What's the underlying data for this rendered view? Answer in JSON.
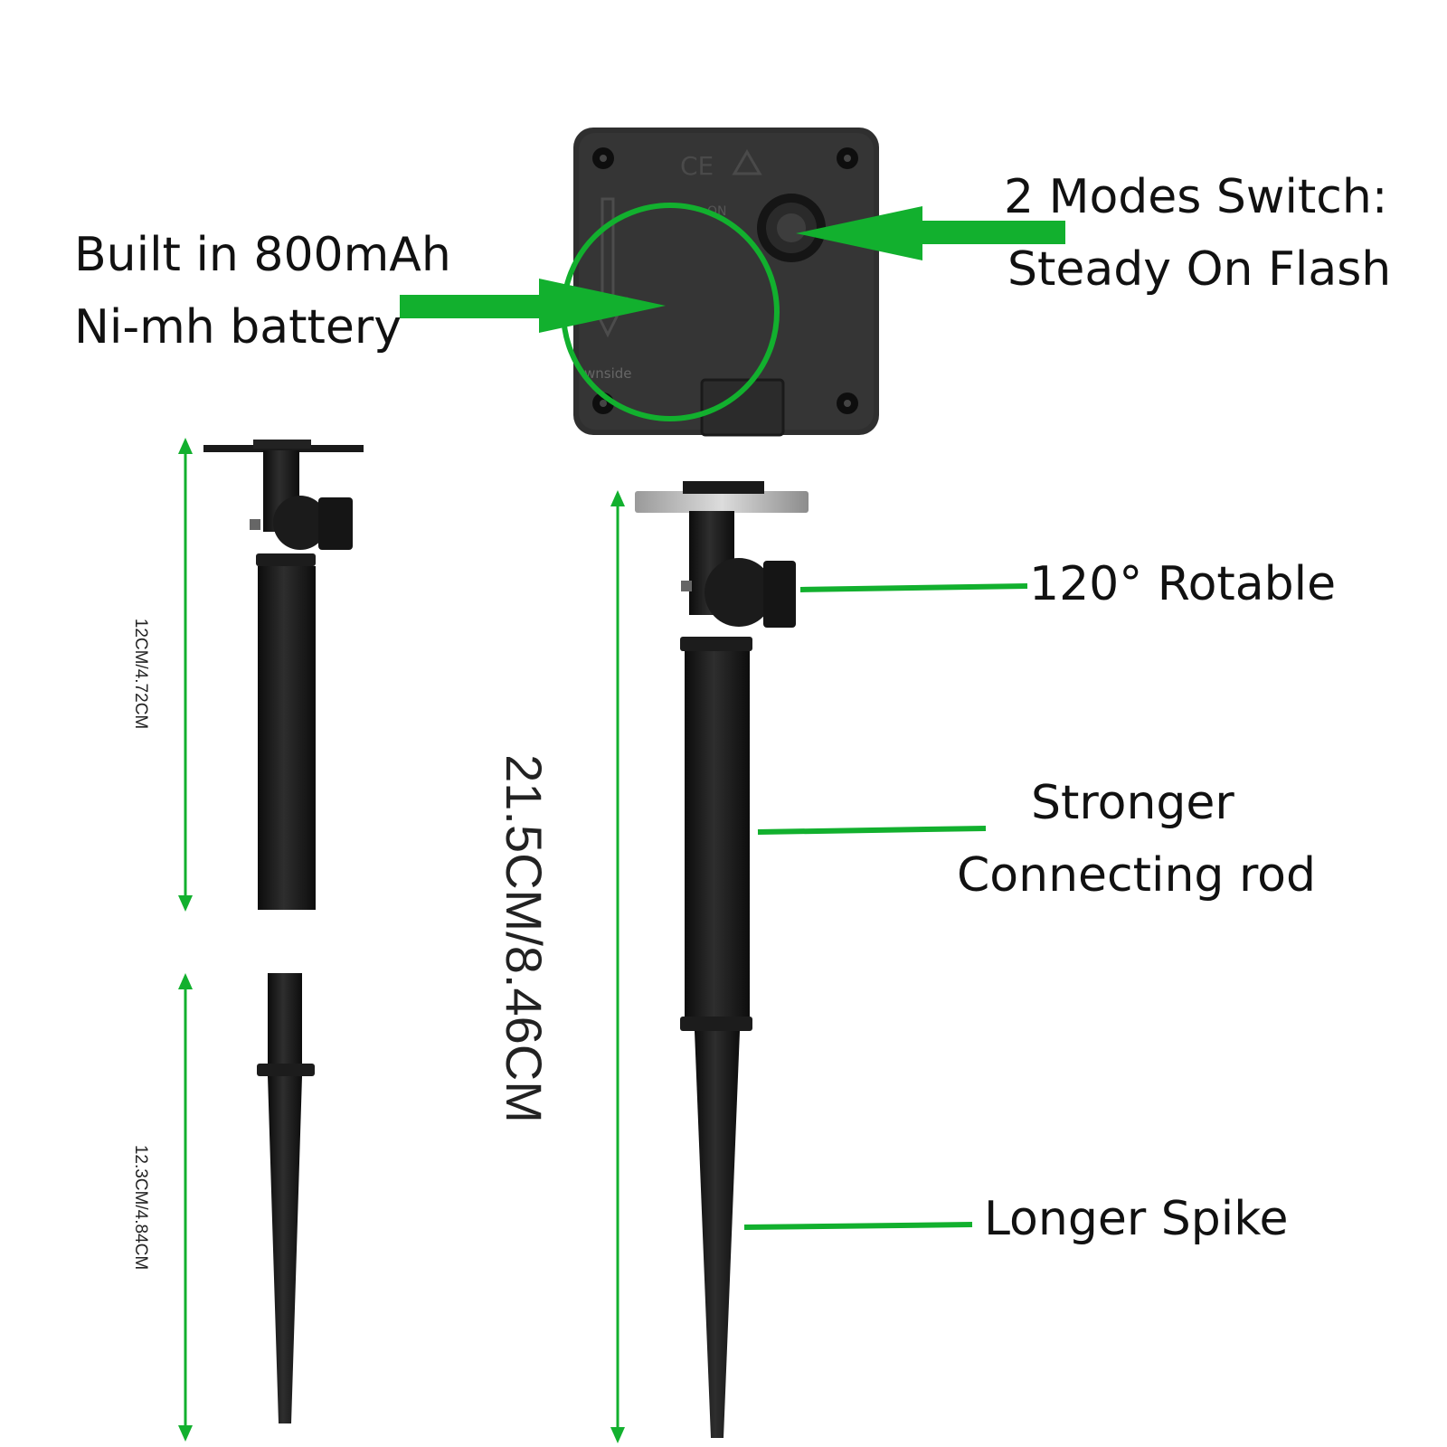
{
  "labels": {
    "battery_line1": "Built in 800mAh",
    "battery_line2": "Ni-mh battery",
    "switch_line1": "2 Modes Switch:",
    "switch_line2": "Steady On Flash",
    "rotatable": "120° Rotable",
    "rod_line1": "Stronger",
    "rod_line2": "Connecting rod",
    "spike": "Longer Spike"
  },
  "dimensions": {
    "rod_length": "12CM/4.72CM",
    "spike_length": "12.3CM/4.84CM",
    "total_length": "21.5CM/8.46CM"
  },
  "panel_marks": {
    "ce_mark": "CE",
    "on_mark": "ON",
    "downside_text": "wnside"
  },
  "colors": {
    "arrow_green": "#12b02e",
    "product_black": "#1b1b1b",
    "panel_gray": "#303030"
  }
}
